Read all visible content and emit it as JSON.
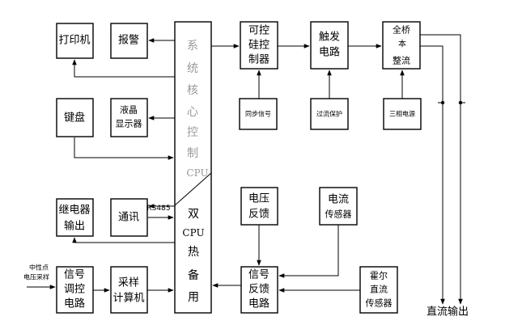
{
  "blocks": {
    "printer": [
      "打印机"
    ],
    "alarm": [
      "报警"
    ],
    "keyboard": [
      "键盘"
    ],
    "lcd": [
      "液晶",
      "显示器"
    ],
    "relay": [
      "继电器",
      "输出"
    ],
    "comm": [
      "通讯"
    ],
    "signal_conditioning": [
      "信号",
      "调控",
      "电路"
    ],
    "sampling": [
      "采样",
      "计算机"
    ],
    "cpu_core": [
      "系",
      "统",
      "核",
      "心",
      "控",
      "制",
      "CPU"
    ],
    "dual_cpu": [
      "双",
      "CPU",
      "热",
      "备",
      "用"
    ],
    "scr_controller": [
      "可控",
      "硅控",
      "制器"
    ],
    "trigger": [
      "触发",
      "电路"
    ],
    "bridge": [
      "全桥",
      "本",
      "整流"
    ],
    "sync_signal": [
      "同步信号"
    ],
    "overcurrent": [
      "过流保护"
    ],
    "three_phase": [
      "三相电源"
    ],
    "voltage_feedback": [
      "电压",
      "反馈"
    ],
    "current_sensor": [
      "电流",
      "传感器"
    ],
    "signal_feedback": [
      "信号",
      "反馈",
      "电路"
    ],
    "hall_sensor": [
      "霍尔",
      "直流",
      "传感器"
    ]
  },
  "labels": {
    "rs485": "RS485",
    "input_signal": [
      "中性点",
      "电压采样"
    ],
    "dc_output": "直流输出"
  },
  "colors": {
    "cpu_text": "#9a9a9a",
    "line": "#000000"
  }
}
